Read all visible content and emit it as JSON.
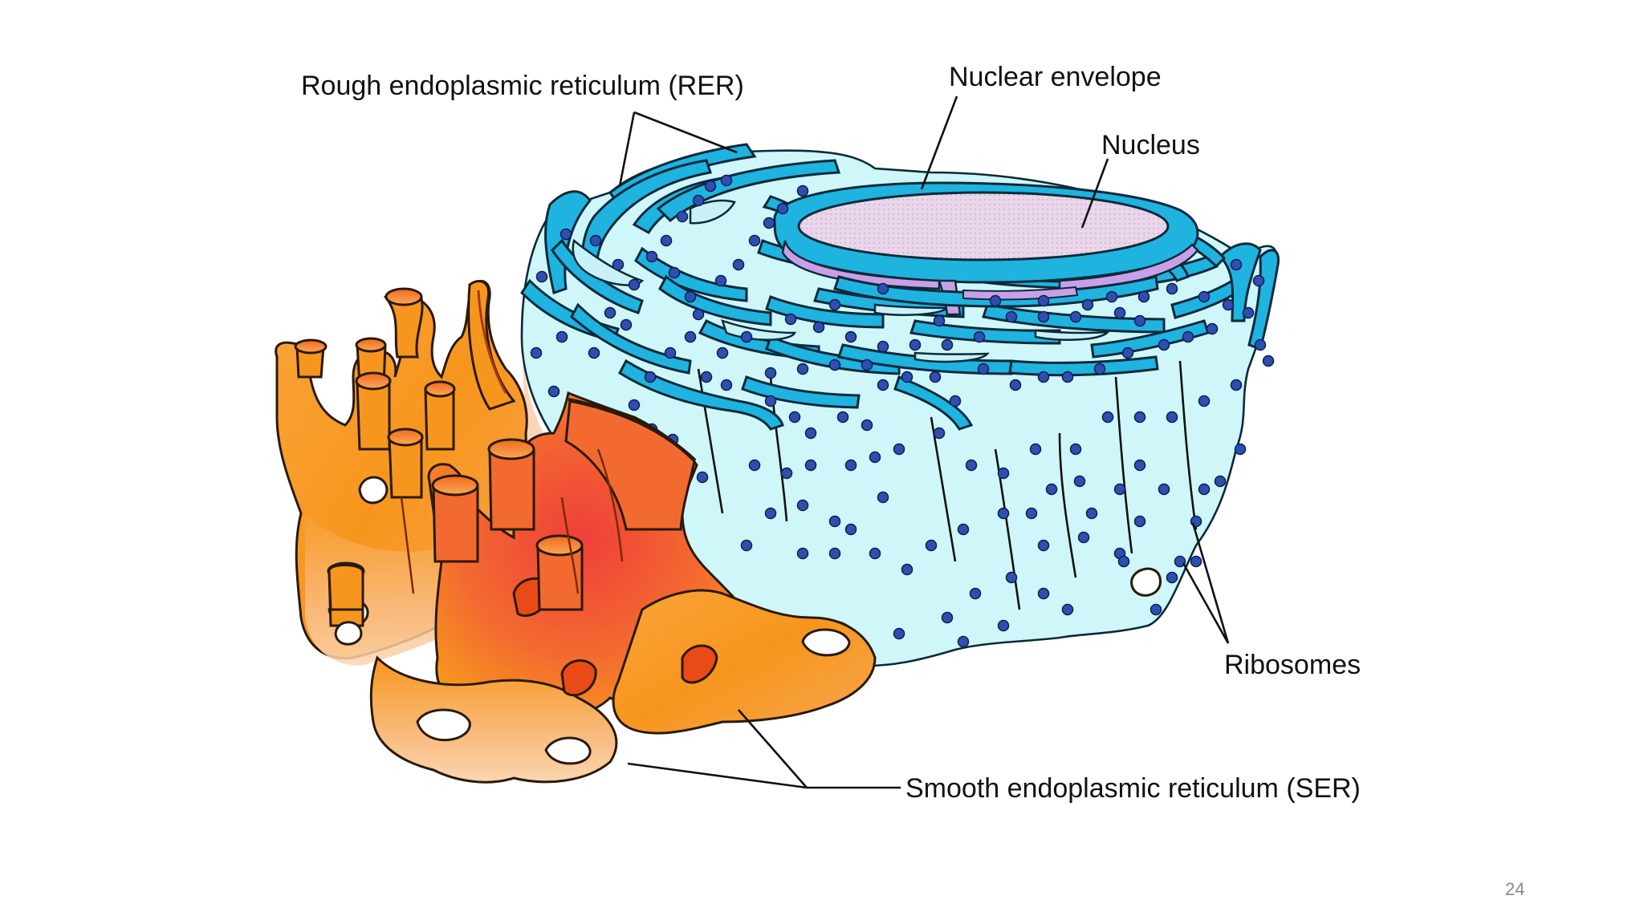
{
  "labels": {
    "rer": "Rough endoplasmic reticulum (RER)",
    "nuclear_envelope": "Nuclear envelope",
    "nucleus": "Nucleus",
    "ribosomes": "Ribosomes",
    "ser": "Smooth endoplasmic reticulum (SER)"
  },
  "page_number": "24",
  "colors": {
    "rer_membrane": "#1fb3e0",
    "rer_lumen": "#cff6f8",
    "nucleus_fill": "#e6cde6",
    "nuclear_envelope_inner": "#c9a0e8",
    "ser_orange": "#f7961e",
    "ser_red": "#ef4a3a",
    "ribosome": "#2e4fb0"
  }
}
